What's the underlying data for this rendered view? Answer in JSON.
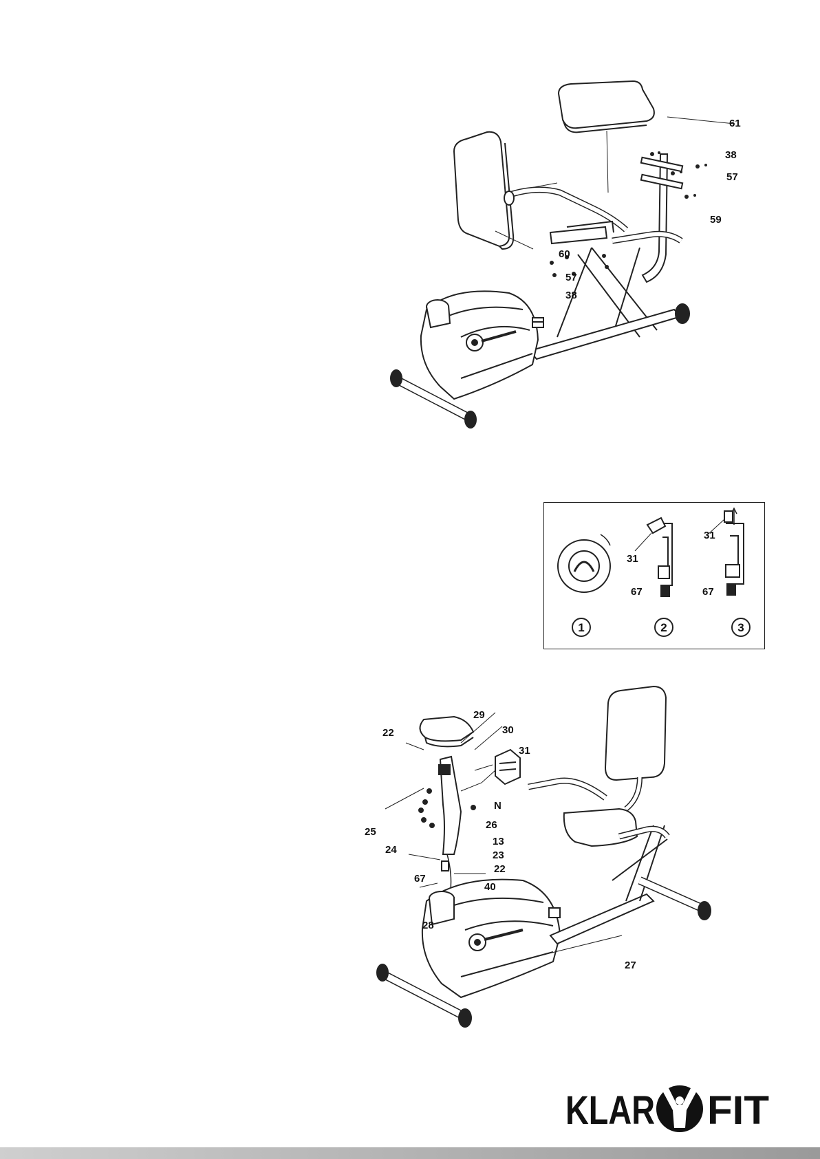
{
  "figure_top": {
    "callouts": [
      "61",
      "38",
      "57",
      "59",
      "60",
      "57",
      "38"
    ]
  },
  "figure_panel": {
    "callouts": [
      "31",
      "67",
      "31",
      "67"
    ],
    "steps": [
      "1",
      "2",
      "3"
    ]
  },
  "figure_bottom": {
    "callouts": [
      "29",
      "22",
      "30",
      "31",
      "N",
      "26",
      "25",
      "13",
      "24",
      "23",
      "22",
      "67",
      "40",
      "28",
      "27"
    ]
  },
  "logo": {
    "left": "KLAR",
    "right": "FIT"
  }
}
